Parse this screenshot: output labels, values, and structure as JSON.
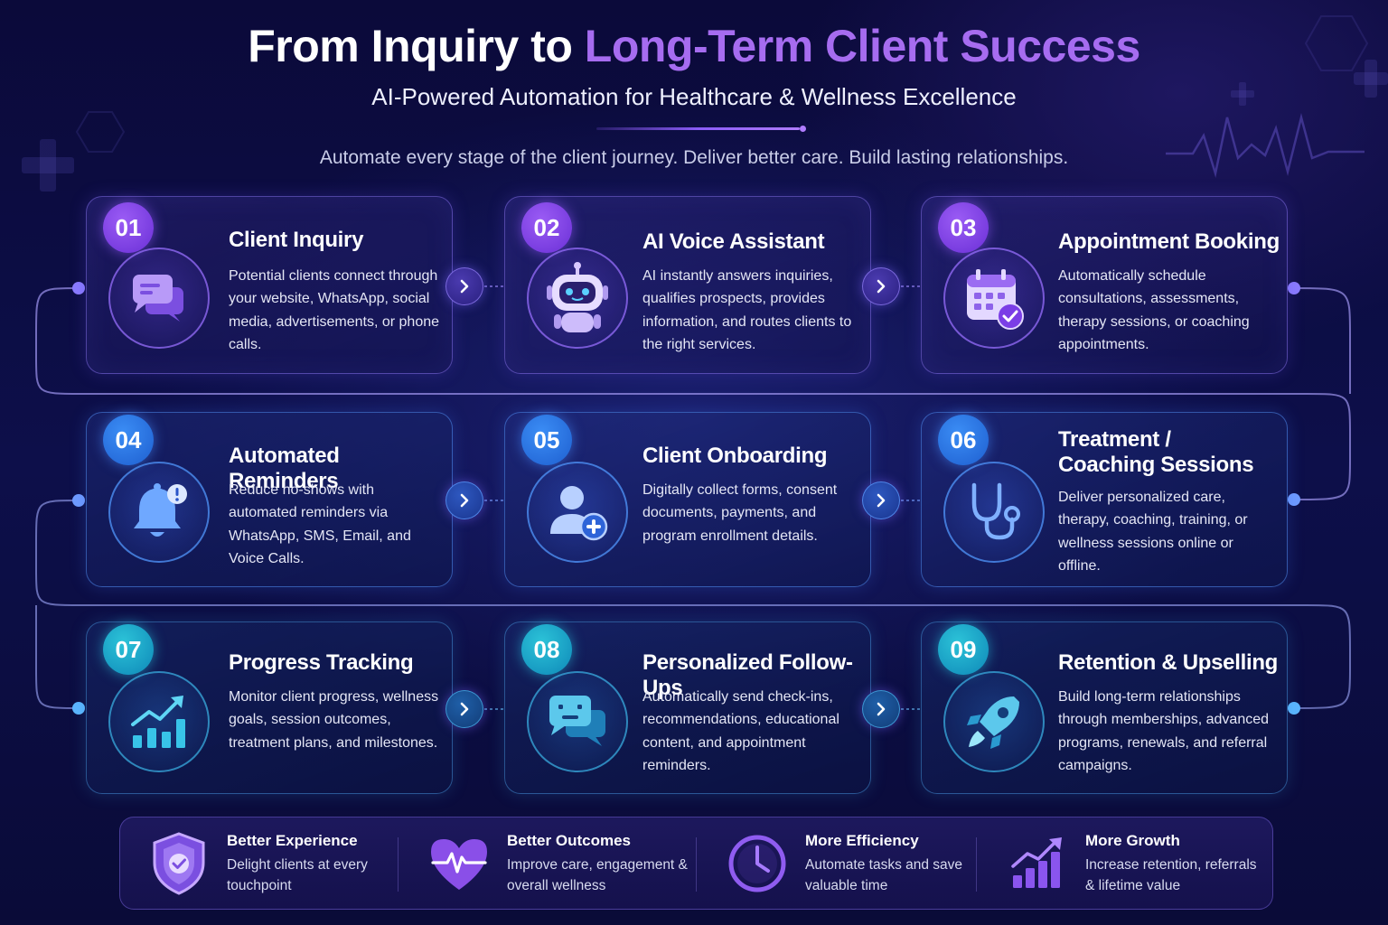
{
  "header": {
    "title_plain": "From Inquiry to ",
    "title_accent": "Long-Term Client Success",
    "subtitle": "AI-Powered Automation for Healthcare & Wellness Excellence",
    "tagline": "Automate every stage of the client journey. Deliver better care. Build lasting relationships."
  },
  "steps": [
    {
      "number": "01",
      "title": "Client Inquiry",
      "body": "Potential clients connect through your website, WhatsApp, social media, advertisements, or phone calls.",
      "icon": "chat-bubble-icon"
    },
    {
      "number": "02",
      "title": "AI Voice Assistant",
      "body": "AI instantly answers inquiries, qualifies prospects, provides information, and routes clients to the right services.",
      "icon": "robot-icon"
    },
    {
      "number": "03",
      "title": "Appointment Booking",
      "body": "Automatically schedule consultations, assessments, therapy sessions, or coaching appointments.",
      "icon": "calendar-check-icon"
    },
    {
      "number": "04",
      "title": "Automated Reminders",
      "body": "Reduce no-shows with automated reminders via WhatsApp, SMS, Email, and Voice Calls.",
      "icon": "bell-alert-icon"
    },
    {
      "number": "05",
      "title": "Client Onboarding",
      "body": "Digitally collect forms, consent documents, payments, and program enrollment details.",
      "icon": "user-add-icon"
    },
    {
      "number": "06",
      "title": "Treatment / Coaching Sessions",
      "body": "Deliver personalized care, therapy, coaching, training, or wellness sessions online or offline.",
      "icon": "stethoscope-icon"
    },
    {
      "number": "07",
      "title": "Progress Tracking",
      "body": "Monitor client progress, wellness goals, session outcomes, treatment plans, and milestones.",
      "icon": "growth-chart-icon"
    },
    {
      "number": "08",
      "title": "Personalized Follow-Ups",
      "body": "Automatically send check-ins, recommendations, educational content, and appointment reminders.",
      "icon": "message-bubbles-icon"
    },
    {
      "number": "09",
      "title": "Retention & Upselling",
      "body": "Build long-term relationships through memberships, advanced programs, renewals, and referral campaigns.",
      "icon": "rocket-icon"
    }
  ],
  "benefits": [
    {
      "title": "Better Experience",
      "desc": "Delight clients at every touchpoint",
      "icon": "shield-check-icon"
    },
    {
      "title": "Better Outcomes",
      "desc": "Improve care, engagement & overall wellness",
      "icon": "heart-pulse-icon"
    },
    {
      "title": "More Efficiency",
      "desc": "Automate tasks and save valuable time",
      "icon": "clock-icon"
    },
    {
      "title": "More Growth",
      "desc": "Increase retention, referrals & lifetime value",
      "icon": "growth-bars-icon"
    }
  ],
  "colors": {
    "background": "#0b0a3a",
    "accent_purple": "#a66cf0",
    "row1_accent": "#7a3ee8",
    "row2_accent": "#2f7ef0",
    "row3_accent": "#18a8d0"
  }
}
